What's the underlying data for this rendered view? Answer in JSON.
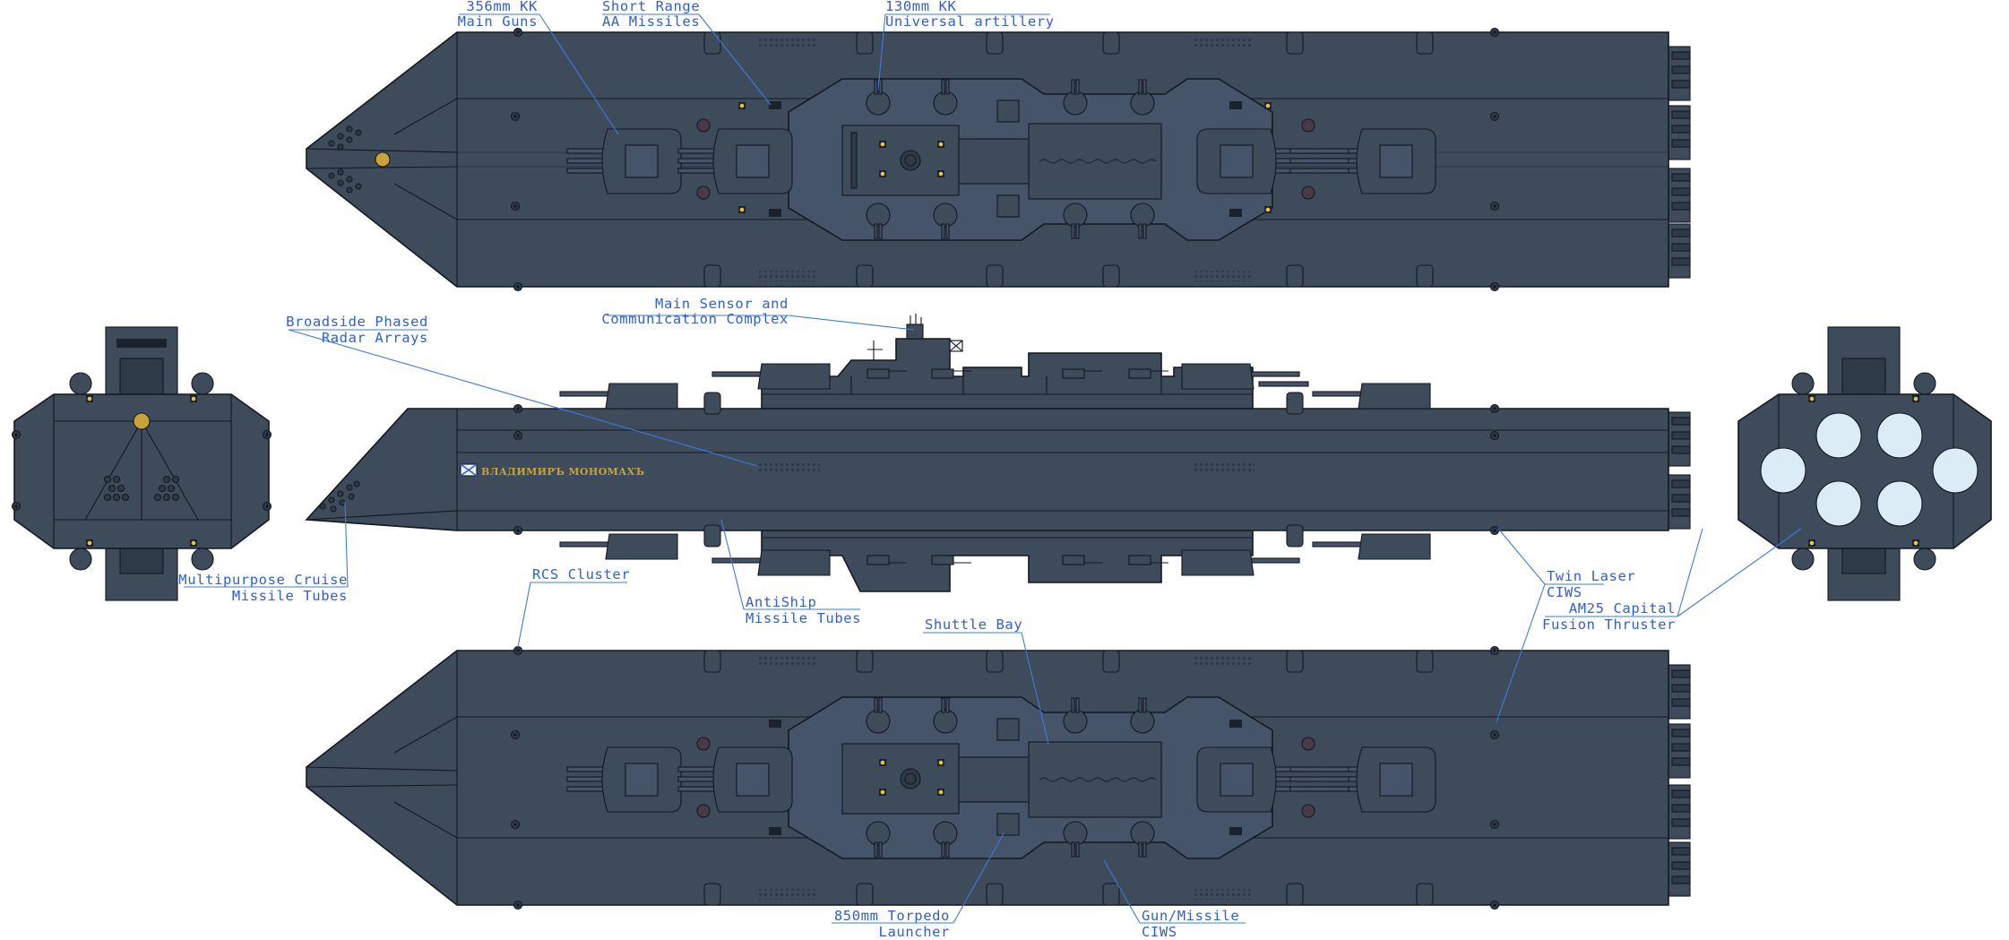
{
  "colors": {
    "hull": "#3e4b5b",
    "hull_light": "#46546a",
    "hull_dark": "#2f3a48",
    "outline": "#141820",
    "label": "#2f5fd6",
    "leader": "#3d7be0",
    "emblem": "#c9a23a",
    "thruster_glow": "#dcecf7"
  },
  "ship_name": "ВЛАДИМИРЪ МОНОМАХЪ",
  "labels": {
    "main_guns": [
      "356mm KK",
      "Main Guns"
    ],
    "aa_missiles": [
      "Short Range",
      "AA Missiles"
    ],
    "universal_artillery": [
      "130mm KK",
      "Universal artillery"
    ],
    "radar_arrays": [
      "Broadside Phased",
      "Radar Arrays"
    ],
    "sensor_complex": [
      "Main Sensor and",
      "Communication Complex"
    ],
    "cruise_missile_tubes": [
      "Multipurpose Cruise",
      "Missile Tubes"
    ],
    "rcs_cluster": [
      "RCS Cluster"
    ],
    "antiship_tubes": [
      "AntiShip",
      "Missile Tubes"
    ],
    "shuttle_bay": [
      "Shuttle Bay"
    ],
    "twin_laser_ciws": [
      "Twin Laser",
      "CIWS"
    ],
    "fusion_thruster": [
      "AM25 Capital",
      "Fusion Thruster"
    ],
    "torpedo_launcher": [
      "850mm Torpedo",
      "Launcher"
    ],
    "gun_missile_ciws": [
      "Gun/Missile",
      "CIWS"
    ]
  }
}
